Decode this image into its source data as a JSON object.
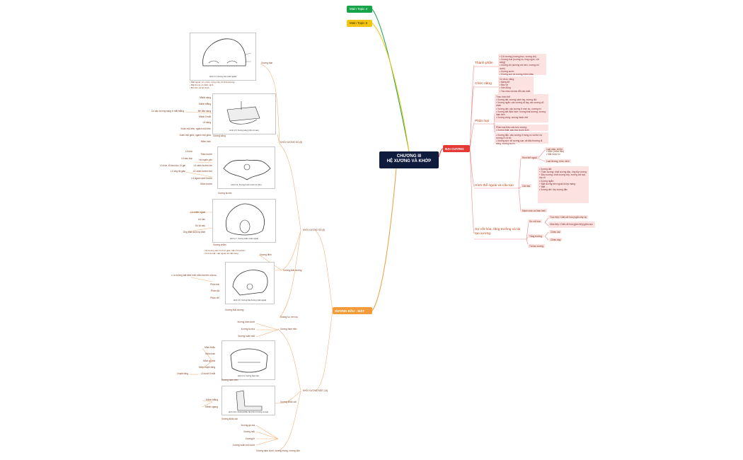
{
  "central": {
    "line1": "CHƯƠNG III",
    "line2": "HỆ XƯƠNG VÀ KHỚP"
  },
  "main_topics": {
    "topic4": "Main Topic 4",
    "topic5": "Main Topic 5"
  },
  "branch_dai_cuong": {
    "label": "ĐẠI CƯƠNG",
    "thanh_phan": {
      "label": "Thành phần",
      "items": "• Cốt xương (xương trục, xương chi)\n• Xương trục (xương sọ, lồng ngực, cột sống)\n• Xương chi (xương chi trên, xương chi dưới)\n• Xương sườn\n• Xương sụn và xương mềm khác"
    },
    "chuc_nang": {
      "label": "Chức năng",
      "items": "Có chức năng:\n• Nâng đỡ\n• Bảo vệ\n• Vận động\n• Tạo máu và trao đổi các chất"
    },
    "phan_loai": {
      "label": "Phân loại",
      "box1": "Theo hình thể:\n• Xương dài: xương cánh tay, xương đùi\n• Xương ngắn: các xương cổ tay, các xương cổ chân\n• Xương dẹt: các xương ở vòm sọ, xương ức\n• Xương bất định hình: xương thái dương, xương hàm trên\n• Xương vừng: xương bánh chè",
      "box2": "Phân loại theo cấu trúc xương:\n• Xương thật: cấu trúc là mô lưỡi\n• Xương đặc: (theo tỷ lệ mô đặc/mô xốp, chủ yếu ở phần cơ thể)\n• Xương ...",
      "box3": "• Xương đặc: cấu xương ở trong có xá thứ cả xương ở cử bố\n• Xương sụn: sẽ xương sụn, sẽ đặc thường đi sông, xương sườn"
    },
    "hinh_the": {
      "label": "Hình thể ngoài và cấu tạo",
      "hinh_the_ngoai": "Hình thể ngoài",
      "ht_items": [
        "Loại mấu, chỏm",
        "• Mỏm (mỏm tiêu)",
        "• Mặt khớp lồi",
        "Loại đường, hõm, rãnh"
      ],
      "cau_tao": "Cấu tạo",
      "ct_items": "• Xương dài:\n  + Thân xương: chất xương đặc, ống tủy xương\n  + Đầu xương: chất xương xốp, xương cốt sụn, lớp vỏ\n• Xương ngắn:\n  + Mặt xương bên ngoài là lớp màng\n  + Mặt ...\n• Xương dẹt: lớp xương đặc",
      "mach_mau": "Mạch máu và thần kinh"
    },
    "su_cot_hoa": {
      "label": "Sự cốt hóa, tăng trưởng và tái tạo xương",
      "su_cot_hoa": "Sự cốt hóa",
      "sch_items": [
        "Trực tiếp: Chất cốt hóa (ngắn xảy ra)",
        "Gián tiếp: Chất cốt hóa (gián tiếp) giữa sụn"
      ],
      "tang_truong": "Tăng trưởng",
      "tt_items": [
        "Chiều dài",
        "Chiều dày"
      ],
      "tai_tao": "Tái tạo xương"
    }
  },
  "branch_xuong_dau_mat": {
    "label": "XƯƠNG ĐẦU - MẶT",
    "khoi_xuong_so": "KHỐI XƯƠNG SỌ (8)",
    "khoi_xuong_mat": "KHỐI XƯƠNG MẶT (14)",
    "xuong_tran": "Xương trán",
    "xuong_tran_note": "• Mặt ngoài: có u trán, cung mày, hố thái dương...\n• Mặt trong: có rãnh và lỗ\n• Bờ trên và bờ dưới",
    "xuong_sang": "Xương sàng",
    "sang_items": [
      "Mảnh sàng",
      "Mảnh thẳng",
      "Mê đạo sàng",
      "Mảnh ổ mắt",
      "Lỗ sàng",
      "Xoăn mũi trên, ngách mũi trên",
      "Xoăn mũi giữa, ngách mũi giữa",
      "Mỏm móc"
    ],
    "sang_note": "Có các xương sàng ở mắt thẳng",
    "xuong_buom": "Xương bướm",
    "buom_items": [
      "Thân bướm",
      "Hố tuyến yên",
      "Lỗ cánh bướm lớn",
      "Lỗ cánh bướm nhỏ",
      "Lỗ ngoài cánh bướm",
      "Mỏm bướm"
    ],
    "buom_left": [
      "Lỗ tròn",
      "Lỗ bầu dục",
      "Lỗ tròn, lỗ bầu dục, lỗ gai",
      "Lỗ ống thị giác"
    ],
    "xuong_cham": "Xương chẩm",
    "cham_items": [
      "Lỗ chẩm ngoài",
      "Lồi cầu",
      "Gò lồi cầu",
      "Ống thần kinh hạ thiệt"
    ],
    "xuong_dinh": "Xương đỉnh",
    "dinh_note": "• Là xương dẹt, hình tứ giác, nằm ở hai bên\n• Có hai mặt: mặt ngoài và mặt trong",
    "xuong_thai_duong": "Xương thái dương",
    "td_note": "• Là xương bất định hình nằm hai bên của sọ",
    "td_items": [
      "Phần trai",
      "Phần đá",
      "Phần nhĩ"
    ],
    "xoang_so": "Xoang sọ, nền sọ",
    "mat_items_top": [
      "Xương hàm dưới",
      "Xương lá mía",
      "Xương xoăn mũi"
    ],
    "xuong_ham_tren": "Xương hàm trên",
    "ht_items": [
      "Mỏm khẩu",
      "Mỏm trán",
      "Mỏm gò má",
      "Mỏm huyệt răng",
      "Lỗ dưới ổ mắt"
    ],
    "ht_left": "Huyệt răng",
    "xuong_khau_cai": "Xương khẩu cái",
    "kc_items": [
      "Mảnh thẳng",
      "Mảnh ngang"
    ],
    "mat_items_bottom": [
      "Xương gò má",
      "Xương mũi",
      "Xương lệ",
      "Xương xoăn mũi dưới",
      "Xương hàm dưới, xương móng, xương đòn"
    ],
    "cap_items_small": "Sọ và mặt, xương móng, xương dưới"
  },
  "figures": {
    "fig1_caption": "Hình 2.4. Xương trán (mặt ngoài)",
    "fig2_caption": "Hình 2.5. Xương sàng (nhìn từ sau)",
    "fig3_caption": "Hình 2.6. Xương bướm (nhìn từ trên)",
    "fig4_caption": "Hình 2.7. Xương chẩm (mặt ngoài)",
    "fig5_caption": "Hình 2.8. Xương thái dương (mặt ngoài)",
    "fig6_caption": "Hình 2.9. Xương hàm trên",
    "fig7_caption": "Hình 2.10. Xương khẩu cái (nhìn từ trong ra sau)"
  },
  "colors": {
    "central_bg": "#0e1b3d",
    "green": "#16a34a",
    "yellow": "#f3c512",
    "red": "#e53935",
    "orange": "#f29b38",
    "pink_box": "#fde2e2",
    "line_orange": "#f6b27a",
    "line_red": "#f08a8a"
  }
}
